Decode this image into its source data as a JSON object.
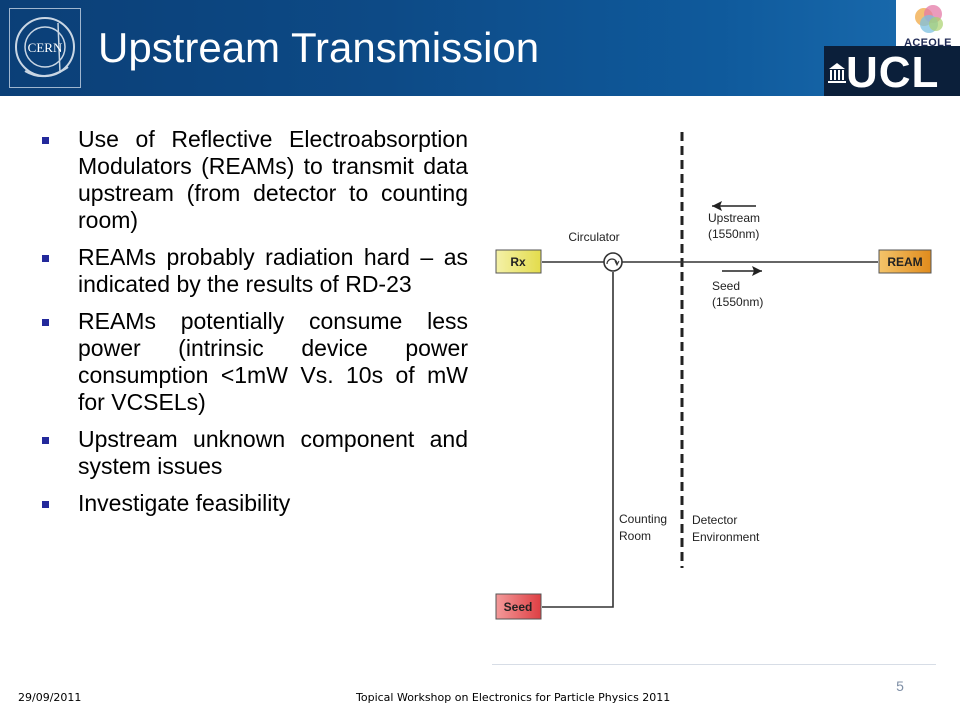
{
  "header": {
    "title": "Upstream Transmission",
    "cern_logo_text": "CERN",
    "aceole_logo_text": "ACEOLE",
    "ucl_logo_text": "UCL"
  },
  "bullets": [
    "Use of Reflective Electroabsorption Modulators (REAMs) to transmit data upstream (from detector to counting room)",
    "REAMs probably radiation hard – as indicated by the results of RD-23",
    " REAMs potentially consume less power (intrinsic device power consumption <1mW Vs. 10s of mW for VCSELs)",
    "Upstream unknown component and system issues",
    "Investigate feasibility"
  ],
  "diagram": {
    "rx_label": "Rx",
    "ream_label": "REAM",
    "seed_box_label": "Seed",
    "circulator_label": "Circulator",
    "upstream_line1": "Upstream",
    "upstream_line2": "(1550nm)",
    "seed_arrow_line1": "Seed",
    "seed_arrow_line2": "(1550nm)",
    "counting_line1": "Counting",
    "counting_line2": "Room",
    "detector_line1": "Detector",
    "detector_line2": "Environment"
  },
  "footer": {
    "date": "29/09/2011",
    "event": "Topical Workshop on Electronics for Particle Physics 2011",
    "page_number": "5"
  },
  "colors": {
    "header_blue": "#0d4a86",
    "bullet_square": "#23299b",
    "rx_box": "#e9e46a",
    "ream_box": "#e8a12c",
    "seed_box": "#e4555a"
  }
}
